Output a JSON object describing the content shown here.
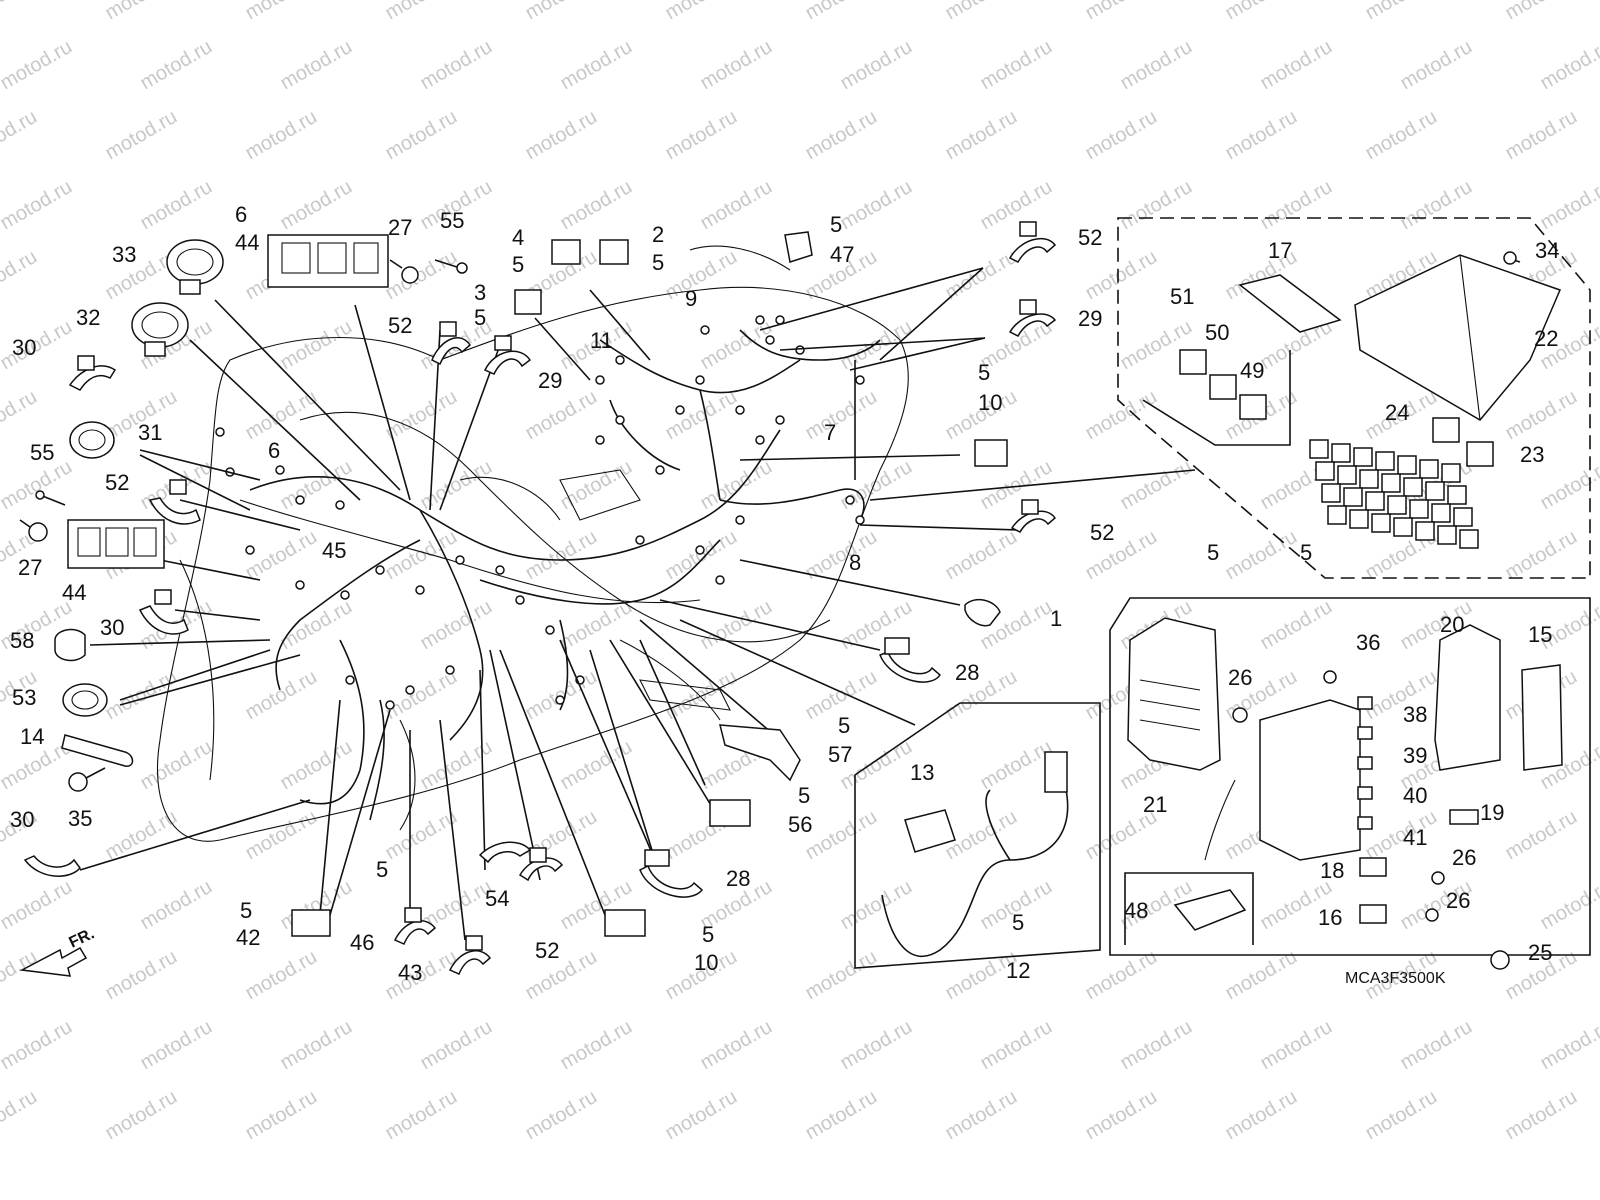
{
  "watermark": "motod.ru",
  "diagram_code": "MCA3F3500K",
  "front_label": "FR.",
  "callouts": [
    {
      "id": "c33",
      "text": "33"
    },
    {
      "id": "c6a",
      "text": "6"
    },
    {
      "id": "c44a",
      "text": "44"
    },
    {
      "id": "c27a",
      "text": "27"
    },
    {
      "id": "c55a",
      "text": "55"
    },
    {
      "id": "c4",
      "text": "4"
    },
    {
      "id": "c5a",
      "text": "5"
    },
    {
      "id": "c2",
      "text": "2"
    },
    {
      "id": "c5b",
      "text": "5"
    },
    {
      "id": "c5c",
      "text": "5"
    },
    {
      "id": "c47",
      "text": "47"
    },
    {
      "id": "c52a",
      "text": "52"
    },
    {
      "id": "c17",
      "text": "17"
    },
    {
      "id": "c34",
      "text": "34"
    },
    {
      "id": "c32",
      "text": "32"
    },
    {
      "id": "c3",
      "text": "3"
    },
    {
      "id": "c5d",
      "text": "5"
    },
    {
      "id": "c9",
      "text": "9"
    },
    {
      "id": "c29a",
      "text": "29"
    },
    {
      "id": "c51",
      "text": "51"
    },
    {
      "id": "c50",
      "text": "50"
    },
    {
      "id": "c49",
      "text": "49"
    },
    {
      "id": "c22",
      "text": "22"
    },
    {
      "id": "c30a",
      "text": "30"
    },
    {
      "id": "c52b",
      "text": "52"
    },
    {
      "id": "c29b",
      "text": "29"
    },
    {
      "id": "c11",
      "text": "11"
    },
    {
      "id": "c5e",
      "text": "5"
    },
    {
      "id": "c10a",
      "text": "10"
    },
    {
      "id": "c31",
      "text": "31"
    },
    {
      "id": "c6b",
      "text": "6"
    },
    {
      "id": "c7",
      "text": "7"
    },
    {
      "id": "c24",
      "text": "24"
    },
    {
      "id": "c23",
      "text": "23"
    },
    {
      "id": "c55b",
      "text": "55"
    },
    {
      "id": "c52c",
      "text": "52"
    },
    {
      "id": "c5f",
      "text": "5"
    },
    {
      "id": "c27b",
      "text": "27"
    },
    {
      "id": "c44b",
      "text": "44"
    },
    {
      "id": "c45",
      "text": "45"
    },
    {
      "id": "c8",
      "text": "8"
    },
    {
      "id": "c52d",
      "text": "52"
    },
    {
      "id": "c5g",
      "text": "5"
    },
    {
      "id": "c5h",
      "text": "5"
    },
    {
      "id": "c30b",
      "text": "30"
    },
    {
      "id": "c58",
      "text": "58"
    },
    {
      "id": "c1",
      "text": "1"
    },
    {
      "id": "c20",
      "text": "20"
    },
    {
      "id": "c15",
      "text": "15"
    },
    {
      "id": "c36",
      "text": "36"
    },
    {
      "id": "c28a",
      "text": "28"
    },
    {
      "id": "c26a",
      "text": "26"
    },
    {
      "id": "c53",
      "text": "53"
    },
    {
      "id": "c38",
      "text": "38"
    },
    {
      "id": "c14",
      "text": "14"
    },
    {
      "id": "c5i",
      "text": "5"
    },
    {
      "id": "c57",
      "text": "57"
    },
    {
      "id": "c13",
      "text": "13"
    },
    {
      "id": "c39",
      "text": "39"
    },
    {
      "id": "c35",
      "text": "35"
    },
    {
      "id": "c5j",
      "text": "5"
    },
    {
      "id": "c56",
      "text": "56"
    },
    {
      "id": "c21",
      "text": "21"
    },
    {
      "id": "c40",
      "text": "40"
    },
    {
      "id": "c19",
      "text": "19"
    },
    {
      "id": "c30c",
      "text": "30"
    },
    {
      "id": "c5k",
      "text": "5"
    },
    {
      "id": "c41",
      "text": "41"
    },
    {
      "id": "c28b",
      "text": "28"
    },
    {
      "id": "c18",
      "text": "18"
    },
    {
      "id": "c26b",
      "text": "26"
    },
    {
      "id": "c54",
      "text": "54"
    },
    {
      "id": "c26c",
      "text": "26"
    },
    {
      "id": "c5l",
      "text": "5"
    },
    {
      "id": "c42",
      "text": "42"
    },
    {
      "id": "c16",
      "text": "16"
    },
    {
      "id": "c48",
      "text": "48"
    },
    {
      "id": "c46",
      "text": "46"
    },
    {
      "id": "c52e",
      "text": "52"
    },
    {
      "id": "c5m",
      "text": "5"
    },
    {
      "id": "c10b",
      "text": "10"
    },
    {
      "id": "c5n",
      "text": "5"
    },
    {
      "id": "c12",
      "text": "12"
    },
    {
      "id": "c25",
      "text": "25"
    },
    {
      "id": "c43",
      "text": "43"
    }
  ]
}
